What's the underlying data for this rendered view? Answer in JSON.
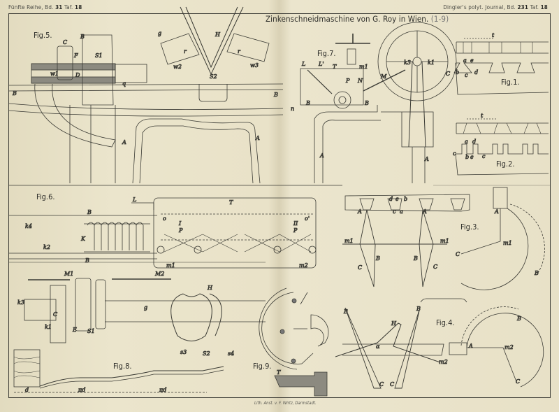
{
  "header": {
    "left_prefix": "Fünfte Reihe, Bd.",
    "left_volume": "31",
    "left_plate_prefix": "Taf.",
    "left_plate": "18",
    "right_prefix": "Dingler's polyt. Journal, Bd.",
    "right_volume": "231",
    "right_plate_prefix": "Taf.",
    "right_plate": "18"
  },
  "title": {
    "text": "Zinkenschneidmaschine von G. Roy in Wien.",
    "range": "(1-9)"
  },
  "figures": {
    "fig1": "Fig.1.",
    "fig2": "Fig.2.",
    "fig3": "Fig.3.",
    "fig4": "Fig.4.",
    "fig5": "Fig.5.",
    "fig6": "Fig.6.",
    "fig7": "Fig.7.",
    "fig8": "Fig.8.",
    "fig9": "Fig.9."
  },
  "letters": {
    "A": "A",
    "B": "B",
    "C": "C",
    "D": "D",
    "E": "E",
    "F": "F",
    "H": "H",
    "K": "K",
    "L": "L",
    "L1": "L'",
    "M": "M",
    "M1": "M1",
    "M2": "M2",
    "N": "N",
    "T": "T",
    "P": "P",
    "I": "I",
    "II": "II",
    "S1": "S1",
    "S2": "S2",
    "S3": "s3",
    "S4": "s4",
    "m1": "m1",
    "m2": "m2",
    "w1": "w1",
    "w2": "w2",
    "w3": "w3",
    "k1": "k1",
    "k2": "k2",
    "k3": "k3",
    "k4": "k4",
    "g": "g",
    "q": "q",
    "r": "r",
    "n": "n",
    "o": "o",
    "o1": "o'",
    "a": "a",
    "b": "b",
    "c": "c",
    "d": "d",
    "e": "e",
    "t": "t",
    "alpha": "α",
    "d_len": "d",
    "pi_d": "πd"
  },
  "imprint": "Lith. Anst. v. F. Wirtz, Darmstadt.",
  "colors": {
    "paper": "#e7e0c6",
    "ink": "#3a3a34",
    "section_fill": "#8c8a80"
  }
}
